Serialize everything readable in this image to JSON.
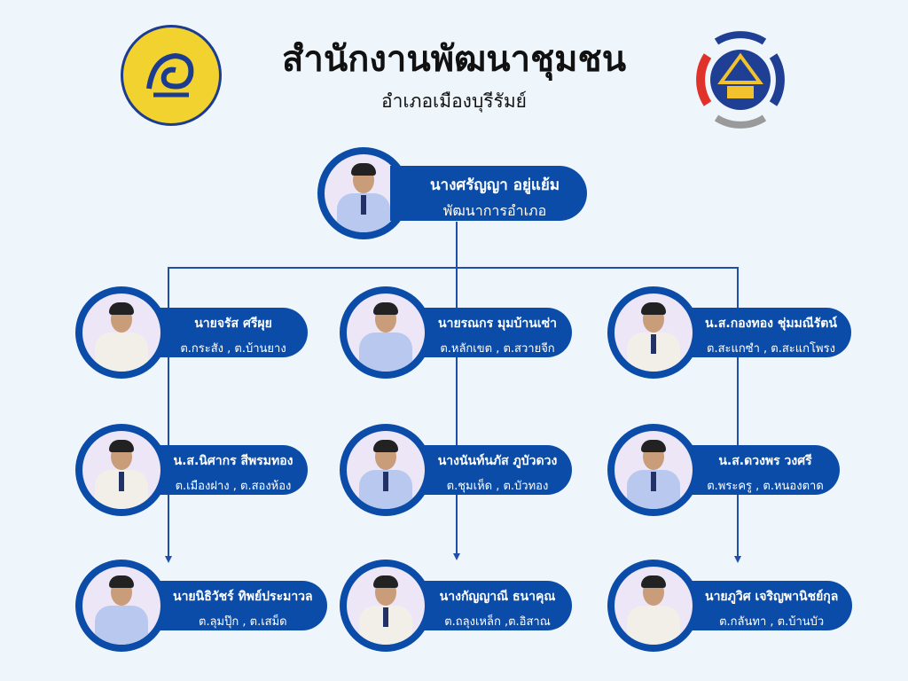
{
  "header": {
    "title": "สำนักงานพัฒนาชุมชน",
    "subtitle": "อำเภอเมืองบุรีรัมย์"
  },
  "head": {
    "name": "นางศรัญญา อยู่แย้ม",
    "position": "พัฒนาการอำเภอ"
  },
  "staff": [
    {
      "name": "นายจรัส ศรีผุย",
      "area": "ต.กระสัง , ต.บ้านยาง"
    },
    {
      "name": "นายรณกร มุมบ้านเซ่า",
      "area": "ต.หลักเขต , ต.สวายจีก"
    },
    {
      "name": "น.ส.กองทอง ชุ่มมณีรัตน์",
      "area": "ต.สะแกซำ , ต.สะแกโพรง"
    },
    {
      "name": "น.ส.นิศากร สีพรมทอง",
      "area": "ต.เมืองฝาง , ต.สองห้อง"
    },
    {
      "name": "นางนันท์นภัส ภูบัวดวง",
      "area": "ต.ชุมเห็ด , ต.บัวทอง"
    },
    {
      "name": "น.ส.ดวงพร วงศรี",
      "area": "ต.พระครู , ต.หนองตาด"
    },
    {
      "name": "นายนิธิวัชร์ ทิพย์ประมาวล",
      "area": "ต.ลุมปุ๊ก , ต.เสม็ด"
    },
    {
      "name": "นางกัญญาณี ธนาคุณ",
      "area": "ต.ถลุงเหล็ก ,ต.อิสาณ"
    },
    {
      "name": "นายภูวิศ เจริญพานิชย์กุล",
      "area": "ต.กลันทา , ต.บ้านบัว"
    }
  ],
  "colors": {
    "primary": "#0a4ca8",
    "background": "#eef6fc",
    "seal": "#f2d22e"
  }
}
